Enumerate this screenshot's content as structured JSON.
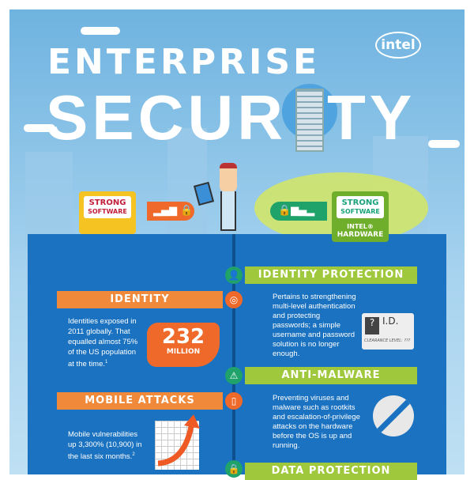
{
  "header": {
    "title_line1": "ENTERPRISE",
    "title_line2_left": "SECUR",
    "title_line2_right": "TY",
    "logo": "intel"
  },
  "scene": {
    "left_robot": {
      "line1": "STRONG",
      "line2": "SOFTWARE",
      "icons": [
        "signal-bars-icon",
        "lock-icon"
      ]
    },
    "right_robot": {
      "line1": "STRONG",
      "line2": "SOFTWARE",
      "line3": "INTEL®",
      "line4": "HARDWARE",
      "icons": [
        "lock-icon",
        "signal-bars-icon"
      ]
    }
  },
  "left": {
    "identity": {
      "title": "IDENTITY",
      "text": "Identities exposed in 2011 globally. That equalled almost 75% of the US population at the time.",
      "footnote": "1",
      "stat": "232",
      "stat_unit": "MILLION",
      "icon": "fingerprint-icon"
    },
    "mobile": {
      "title": "MOBILE ATTACKS",
      "text": "Mobile vulnerabilities up 3,300% (10,900) in the last six months.",
      "footnote": "2",
      "icon": "phone-icon"
    }
  },
  "right": {
    "identity_protection": {
      "title": "IDENTITY PROTECTION",
      "text": "Pertains to strengthening multi-level authentication and protecting passwords; a simple username and password solution is no longer enough.",
      "card_title": "I.D.",
      "card_label": "CLEARANCE LEVEL: ???",
      "icon": "user-icon"
    },
    "anti_malware": {
      "title": "ANTI-MALWARE",
      "text": "Preventing viruses and malware such as rootkits and escalation-of-privilege attacks on the hardware before the OS is up and running.",
      "icon": "warning-icon"
    },
    "data_protection": {
      "title": "DATA PROTECTION",
      "icon": "lock-icon"
    }
  },
  "colors": {
    "panel": "#1a72c0",
    "orange": "#f08a3a",
    "green": "#9fc83c",
    "sky": "#6fb3e0"
  }
}
